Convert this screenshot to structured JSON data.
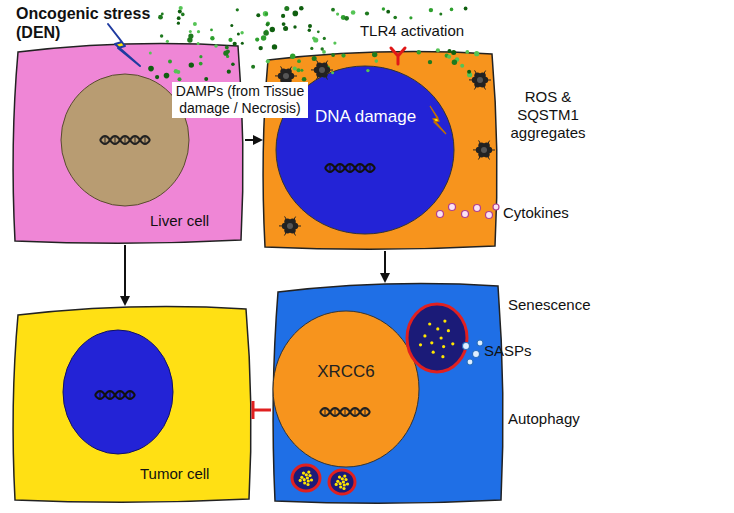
{
  "diagram": {
    "nodes": [
      {
        "text": [
          "Liver cell"
        ]
      },
      {
        "text": [
          "TLR4 activation",
          "ROS & SQSTM1 aggregates"
        ]
      },
      {
        "text": [
          "DNA damage"
        ],
        "in": 1
      },
      {
        "text": [
          "Senescence",
          "Autophagy"
        ]
      },
      {
        "text": [
          "XRCC6"
        ],
        "in": 3
      },
      {
        "text": [
          "Tumor cell"
        ]
      }
    ],
    "edges": [
      {
        "from": 0,
        "to": 1,
        "arrow": "to"
      },
      {
        "from": 1,
        "to": 3,
        "arrow": "to"
      },
      {
        "from": 0,
        "to": 5,
        "arrow": "to"
      },
      {
        "from": 3,
        "to": 5,
        "arrow": "to"
      }
    ],
    "labels": [
      "Oncogenic stress (DEN)",
      "DAMPs (from Tissue damage / Necrosis)",
      "Cytokines",
      "SASPs"
    ]
  }
}
